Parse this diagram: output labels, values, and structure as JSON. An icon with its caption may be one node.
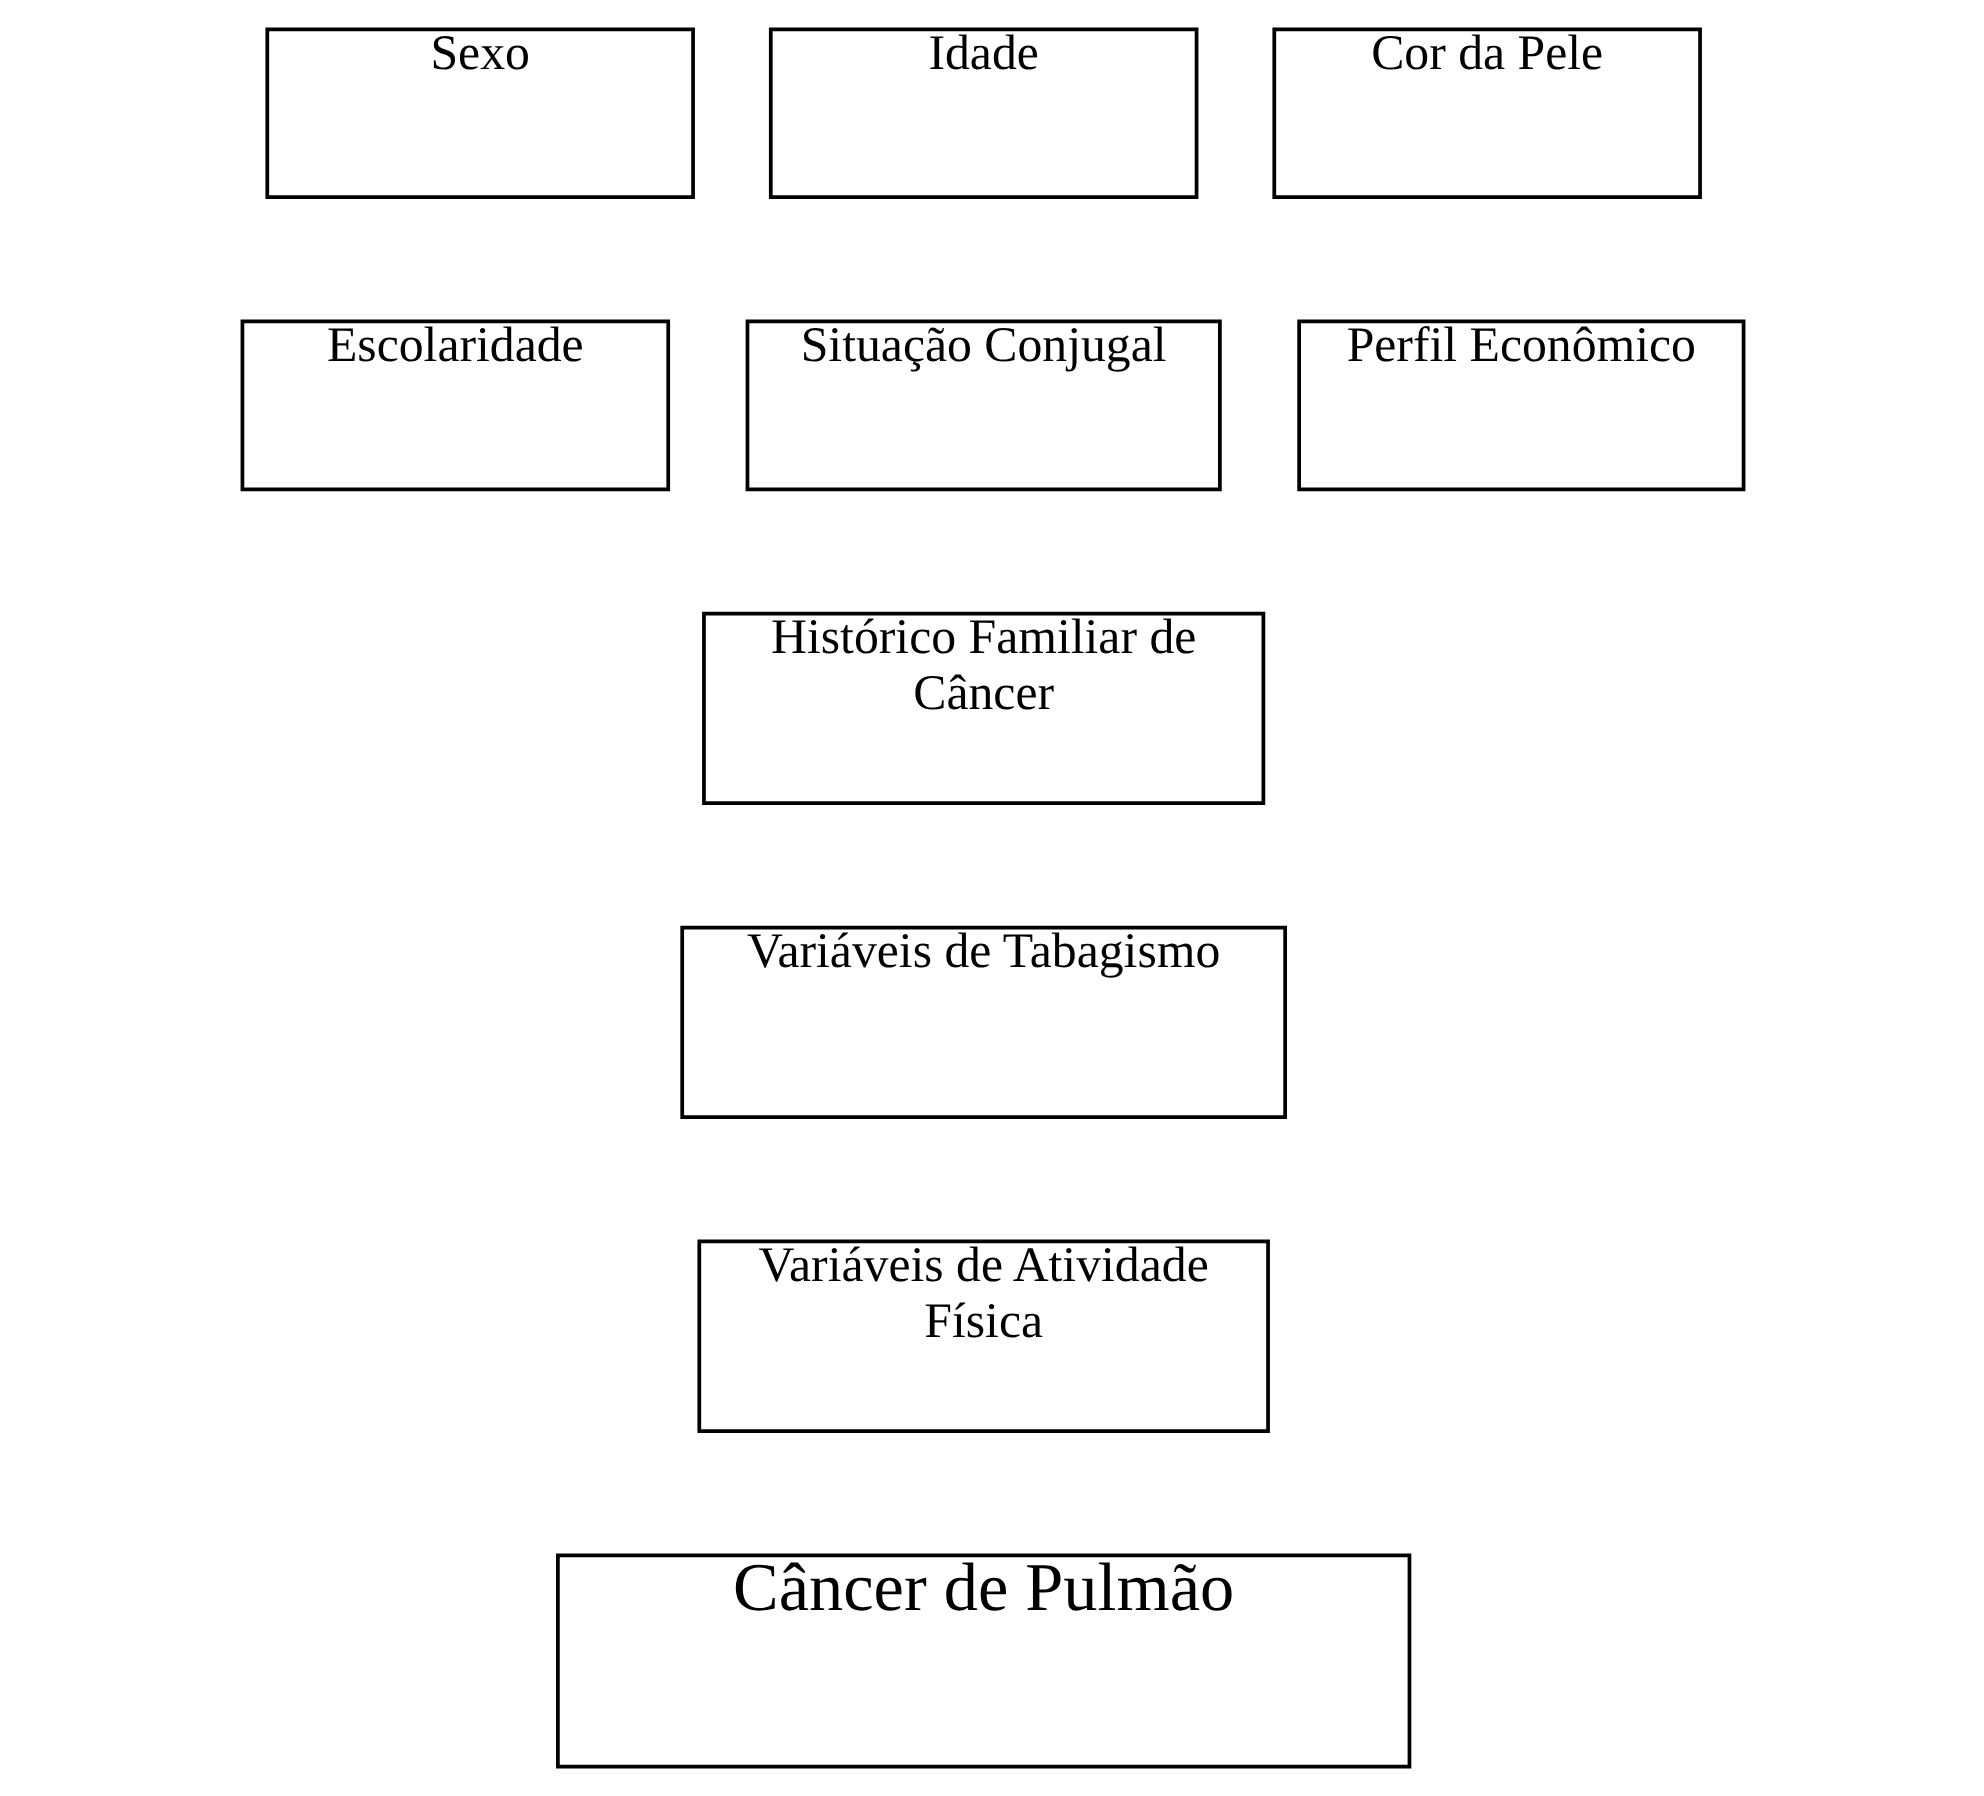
{
  "diagram": {
    "nodes": [
      {
        "text": [
          "Sexo"
        ]
      },
      {
        "text": [
          "Idade"
        ]
      },
      {
        "text": [
          "Cor da Pele"
        ]
      },
      {
        "text": [
          "Escolaridade"
        ]
      },
      {
        "text": [
          "Situação Conjugal"
        ]
      },
      {
        "text": [
          "Perfil Econômico"
        ]
      },
      {
        "text": [
          "Histórico Familiar de Câncer"
        ]
      },
      {
        "text": [
          "Variáveis de Tabagismo"
        ]
      },
      {
        "text": [
          "Variáveis de Atividade Física"
        ]
      },
      {
        "text": [
          "Câncer de Pulmão"
        ]
      }
    ]
  }
}
